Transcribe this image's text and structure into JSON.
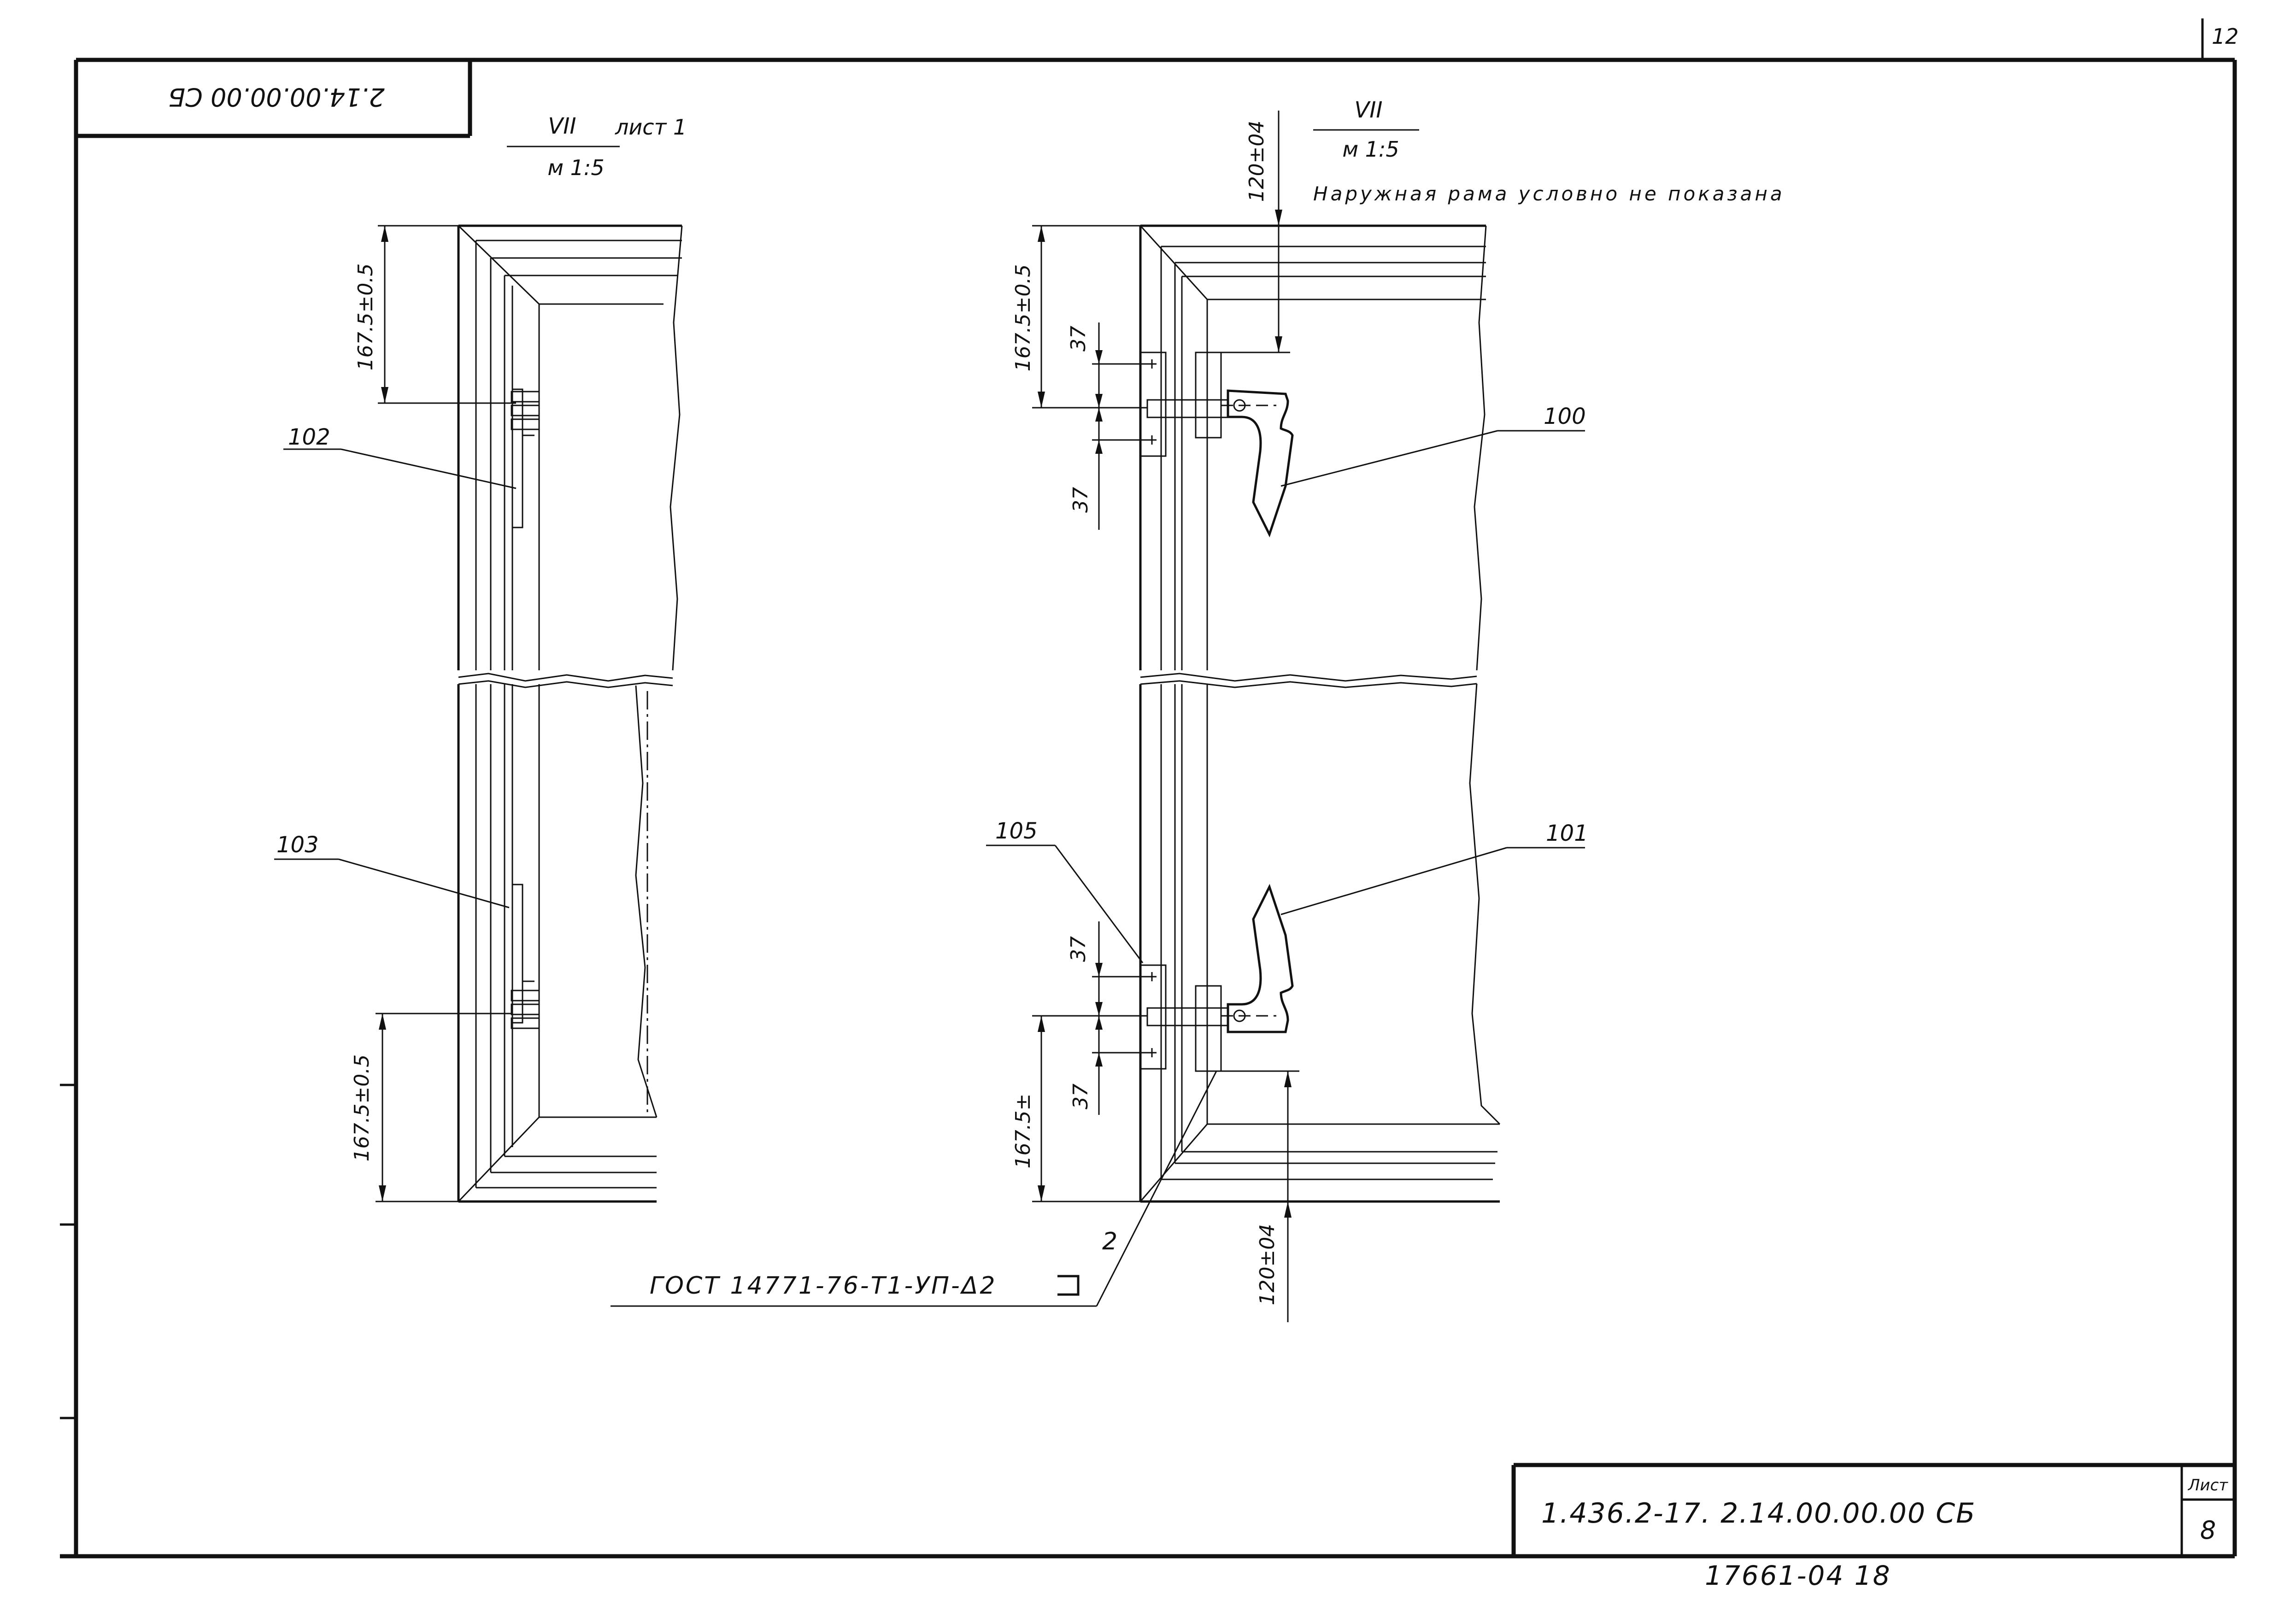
{
  "corner_mark": "12",
  "stamp_code": "2.14.00.00.00 СБ",
  "view_left": {
    "numeral": "VII",
    "sheet": "лист 1",
    "scale": "м 1:5"
  },
  "view_right": {
    "numeral": "VII",
    "scale": "м 1:5",
    "note": "Наружная рама условно не показана"
  },
  "dimensions": {
    "left_top": "167.5±0.5",
    "left_bottom": "167.5±0.5",
    "right_top": "167.5±0.5",
    "right_bottom": "167.5±",
    "gap_top_upper": "37",
    "gap_top_lower": "37",
    "gap_bottom_upper": "37",
    "gap_bottom_lower": "37",
    "offset_top": "120±04",
    "offset_bottom": "120±04"
  },
  "callouts": {
    "c100": "100",
    "c101": "101",
    "c102": "102",
    "c103": "103",
    "c105": "105",
    "c2": "2"
  },
  "weld_note": "ГОСТ 14771-76-Т1-УП-Δ2",
  "title_block": {
    "doc_number": "1.436.2-17. 2.14.00.00.00 СБ",
    "sheet_label": "Лист",
    "sheet_number": "8"
  },
  "footer_number": "17661-04 18"
}
